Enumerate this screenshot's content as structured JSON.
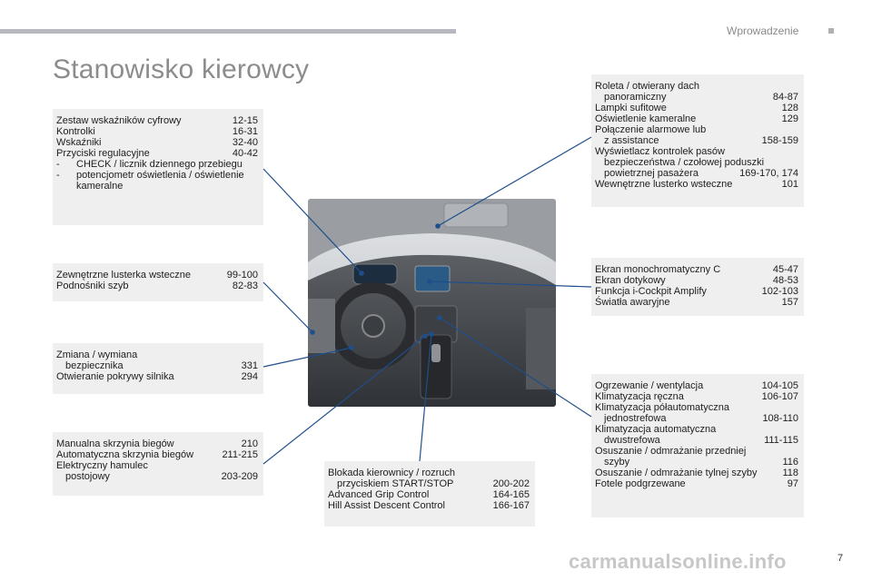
{
  "header": {
    "section": "Wprowadzenie"
  },
  "title": "Stanowisko kierowcy",
  "boxes": {
    "b1": {
      "r1": {
        "label": "Zestaw wskaźników cyfrowy",
        "page": "12-15"
      },
      "r2": {
        "label": "Kontrolki",
        "page": "16-31"
      },
      "r3": {
        "label": "Wskaźniki",
        "page": "32-40"
      },
      "r4": {
        "label": "Przyciski regulacyjne",
        "page": "40-42"
      },
      "s1": {
        "dash": "-",
        "text": "CHECK / licznik dziennego przebiegu"
      },
      "s2": {
        "dash": "-",
        "text": "potencjometr oświetlenia / oświetlenie kameralne"
      }
    },
    "b2": {
      "r1": {
        "label": "Zewnętrzne lusterka wsteczne",
        "page": "99-100"
      },
      "r2": {
        "label": "Podnośniki szyb",
        "page": "82-83"
      }
    },
    "b3": {
      "r1": {
        "label1": "Zmiana / wymiana",
        "label2": "bezpiecznika",
        "page": "331"
      },
      "r2": {
        "label": "Otwieranie pokrywy silnika",
        "page": "294"
      }
    },
    "b4": {
      "r1": {
        "label": "Manualna skrzynia biegów",
        "page": "210"
      },
      "r2": {
        "label": "Automatyczna skrzynia biegów",
        "page": "211-215"
      },
      "r3": {
        "label1": "Elektryczny hamulec",
        "label2": "postojowy",
        "page": "203-209"
      }
    },
    "b5": {
      "r1": {
        "label1": "Blokada kierownicy / rozruch",
        "label2": "przyciskiem START/STOP",
        "page": "200-202"
      },
      "r2": {
        "label": "Advanced Grip Control",
        "page": "164-165"
      },
      "r3": {
        "label": "Hill Assist Descent Control",
        "page": "166-167"
      }
    },
    "b6": {
      "r1": {
        "label1": "Roleta / otwierany dach",
        "label2": "panoramiczny",
        "page": "84-87"
      },
      "r2": {
        "label": "Lampki sufitowe",
        "page": "128"
      },
      "r3": {
        "label": "Oświetlenie kameralne",
        "page": "129"
      },
      "r4": {
        "label1": "Połączenie alarmowe lub",
        "label2": "z assistance",
        "page": "158-159"
      },
      "r5": {
        "label1": "Wyświetlacz kontrolek pasów",
        "label2": "bezpieczeństwa / czołowej poduszki",
        "label3": "powietrznej pasażera",
        "page": "169-170, 174"
      },
      "r6": {
        "label": "Wewnętrzne lusterko wsteczne",
        "page": "101"
      }
    },
    "b7": {
      "r1": {
        "label": "Ekran monochromatyczny C",
        "page": "45-47"
      },
      "r2": {
        "label": "Ekran dotykowy",
        "page": "48-53"
      },
      "r3": {
        "label": "Funkcja i-Cockpit Amplify",
        "page": "102-103"
      },
      "r4": {
        "label": "Światła awaryjne",
        "page": "157"
      }
    },
    "b8": {
      "r1": {
        "label": "Ogrzewanie / wentylacja",
        "page": "104-105"
      },
      "r2": {
        "label": "Klimatyzacja ręczna",
        "page": "106-107"
      },
      "r3": {
        "label1": "Klimatyzacja półautomatyczna",
        "label2": "jednostrefowa",
        "page": "108-110"
      },
      "r4": {
        "label1": "Klimatyzacja automatyczna",
        "label2": "dwustrefowa",
        "page": "111-115"
      },
      "r5": {
        "label1": "Osuszanie / odmrażanie przedniej",
        "label2": "szyby",
        "page": "116"
      },
      "r6": {
        "label": "Osuszanie / odmrażanie tylnej szyby",
        "page": "118"
      },
      "r7": {
        "label": "Fotele podgrzewane",
        "page": "97"
      }
    }
  },
  "page_number": "7",
  "watermark": "carmanualsonline.info",
  "colors": {
    "box_bg": "#efeff0",
    "title": "#8c8c8c",
    "line": "#1f4e8c",
    "bar": "#b8b9c0"
  }
}
